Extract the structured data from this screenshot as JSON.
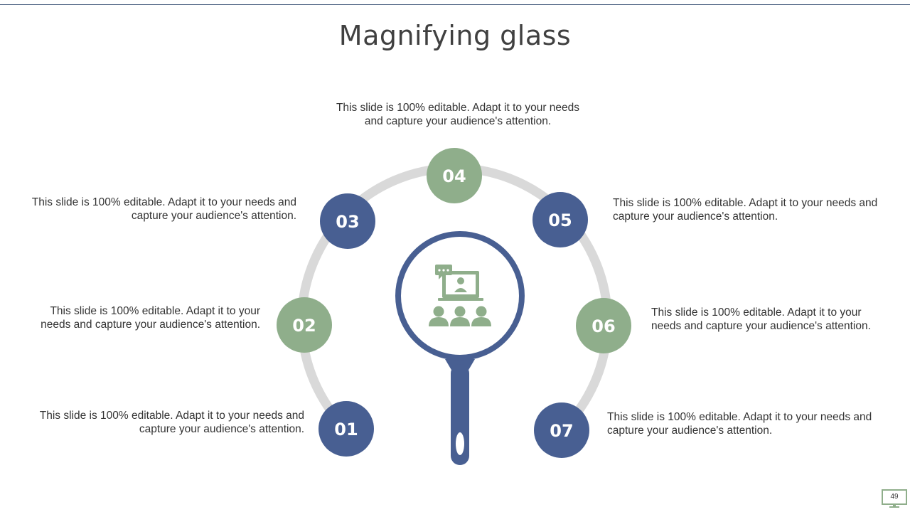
{
  "slide": {
    "title": "Magnifying glass",
    "page_number": "49"
  },
  "colors": {
    "blue": "#485f92",
    "green": "#8fae8b",
    "ring": "#d9d9d9",
    "text": "#333333"
  },
  "steps": [
    {
      "number": "01",
      "text_line1": "This slide is 100% editable. Adapt it to your needs and",
      "text_line2": "capture your audience's attention."
    },
    {
      "number": "02",
      "text_line1": "This slide is 100% editable. Adapt it to your",
      "text_line2": "needs and capture your audience's attention."
    },
    {
      "number": "03",
      "text_line1": "This slide is 100% editable. Adapt it to your needs and",
      "text_line2": "capture your audience's attention."
    },
    {
      "number": "04",
      "text_line1": "This slide is 100% editable. Adapt it to your needs",
      "text_line2": "and capture your audience's attention."
    },
    {
      "number": "05",
      "text_line1": "This slide is 100% editable. Adapt it to your needs and",
      "text_line2": "capture your audience's attention."
    },
    {
      "number": "06",
      "text_line1": "This slide is 100% editable. Adapt it to your",
      "text_line2": "needs and capture your audience's attention."
    },
    {
      "number": "07",
      "text_line1": "This slide is 100% editable. Adapt it to your needs and",
      "text_line2": "capture your audience's attention."
    }
  ],
  "icons": {
    "center": "online-presentation-audience-icon",
    "page_badge": "monitor-icon"
  }
}
